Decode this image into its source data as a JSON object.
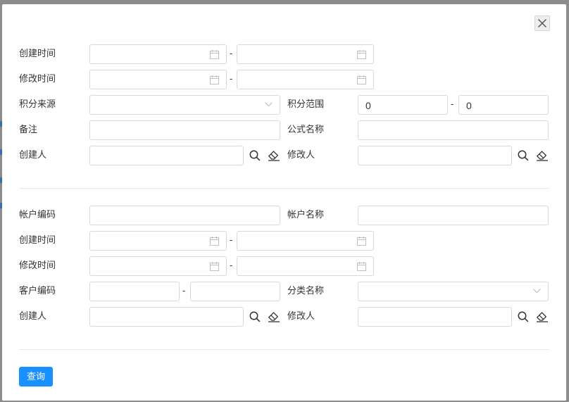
{
  "section1": {
    "created_time_label": "创建时间",
    "modified_time_label": "修改时间",
    "points_source_label": "积分来源",
    "points_range_label": "积分范围",
    "points_range_min": "0",
    "points_range_max": "0",
    "remark_label": "备注",
    "formula_name_label": "公式名称",
    "creator_label": "创建人",
    "modifier_label": "修改人"
  },
  "section2": {
    "account_code_label": "帐户编码",
    "account_name_label": "帐户名称",
    "created_time_label": "创建时间",
    "modified_time_label": "修改时间",
    "customer_code_label": "客户编码",
    "category_name_label": "分类名称",
    "creator_label": "创建人",
    "modifier_label": "修改人"
  },
  "range_separator": "-",
  "query_button_label": "查询",
  "colors": {
    "primary": "#1890ff",
    "border": "#d9d9d9",
    "overlay": "#8c8c8c"
  },
  "icons": [
    "close-icon",
    "calendar-icon",
    "chevron-down-icon",
    "search-icon",
    "eraser-icon"
  ]
}
